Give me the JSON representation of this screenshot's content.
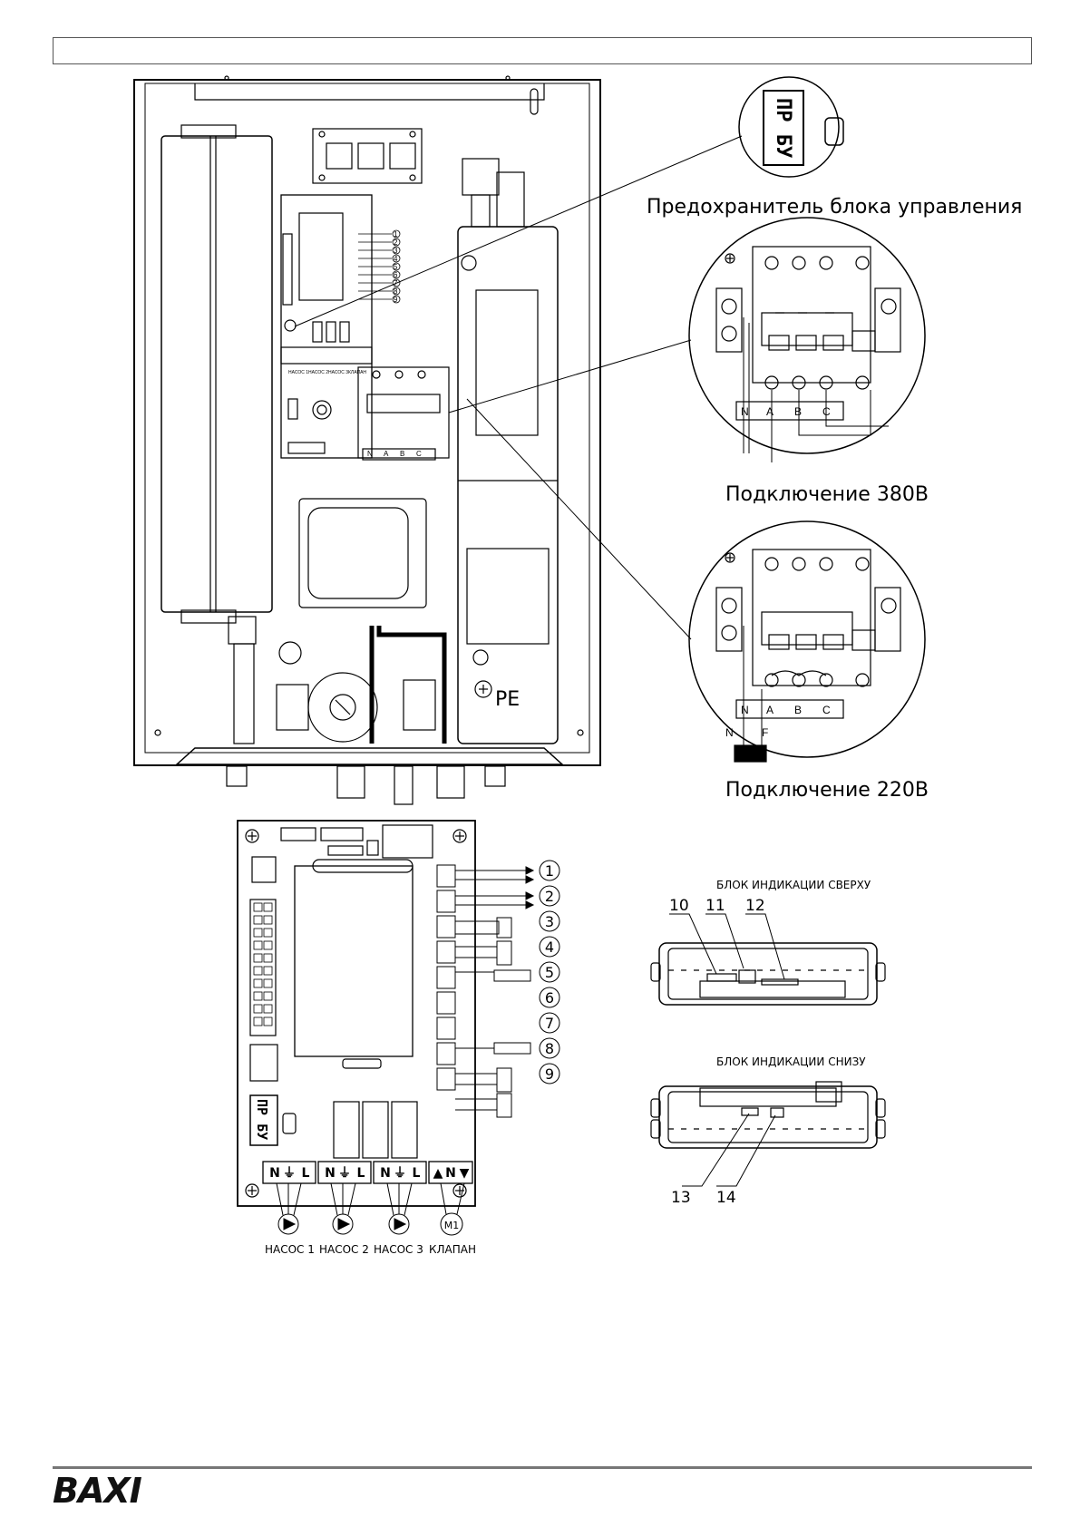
{
  "brand": {
    "name": "BAXI"
  },
  "labels": {
    "fuse": "Предохранитель блока управления",
    "conn380": "Подключение 380В",
    "conn220": "Подключение 220В",
    "pe": "PE",
    "fuse_text": "ПР БУ",
    "display_top": "БЛОК ИНДИКАЦИИ СВЕРХУ",
    "display_bottom": "БЛОК ИНДИКАЦИИ СНИЗУ"
  },
  "terminals": {
    "phases": [
      "N",
      "A",
      "B",
      "C"
    ],
    "nf": [
      "N",
      "F"
    ]
  },
  "board_small_numbers": [
    "1",
    "2",
    "3",
    "4",
    "5",
    "6",
    "7",
    "8",
    "9"
  ],
  "board_small_bottom": [
    "НАСОС 1",
    "НАСОС 2",
    "НАСОС 3",
    "КЛАПАН"
  ],
  "board": {
    "numbers": [
      "1",
      "2",
      "3",
      "4",
      "5",
      "6",
      "7",
      "8",
      "9"
    ],
    "terminal_groups": [
      [
        "N",
        "⏚",
        "L"
      ],
      [
        "N",
        "⏚",
        "L"
      ],
      [
        "N",
        "⏚",
        "L"
      ],
      [
        "▲",
        "N",
        "▼"
      ]
    ],
    "outputs": [
      "НАСОС 1",
      "НАСОС 2",
      "НАСОС 3",
      "КЛАПАН"
    ],
    "motor": "M1",
    "fuse_text": "ПР БУ"
  },
  "display_callouts": [
    "10",
    "11",
    "12",
    "13",
    "14"
  ]
}
